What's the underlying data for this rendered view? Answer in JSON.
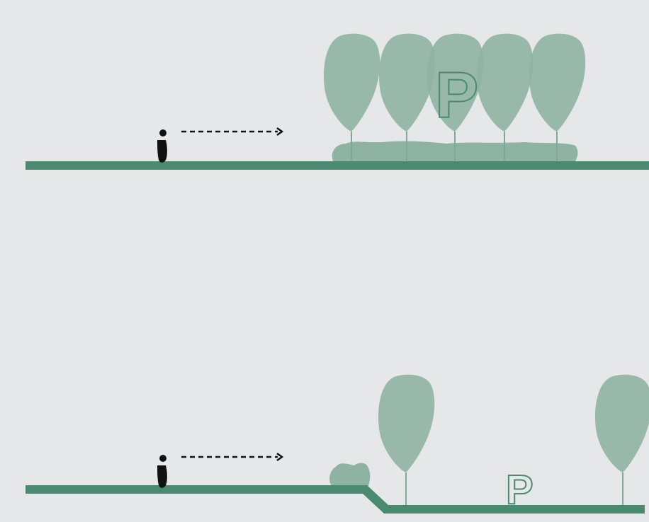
{
  "colors": {
    "background": "#e6e7e9",
    "ground": "#4a8a70",
    "foliage": "#8fb3a2",
    "stem": "#7fa897",
    "person": "#111111",
    "arrow": "#111111",
    "parking_outline": "#4a8a70"
  },
  "top_scene": {
    "parking_sign": "P",
    "tree_count": 5,
    "has_hedge": true,
    "ground": "flat"
  },
  "bottom_scene": {
    "parking_sign": "P",
    "tree_count": 2,
    "has_shrub": true,
    "ground": "stepped-down"
  },
  "icons": [
    "person-icon",
    "dashed-arrow-icon",
    "tree-icon",
    "parking-sign-icon"
  ]
}
